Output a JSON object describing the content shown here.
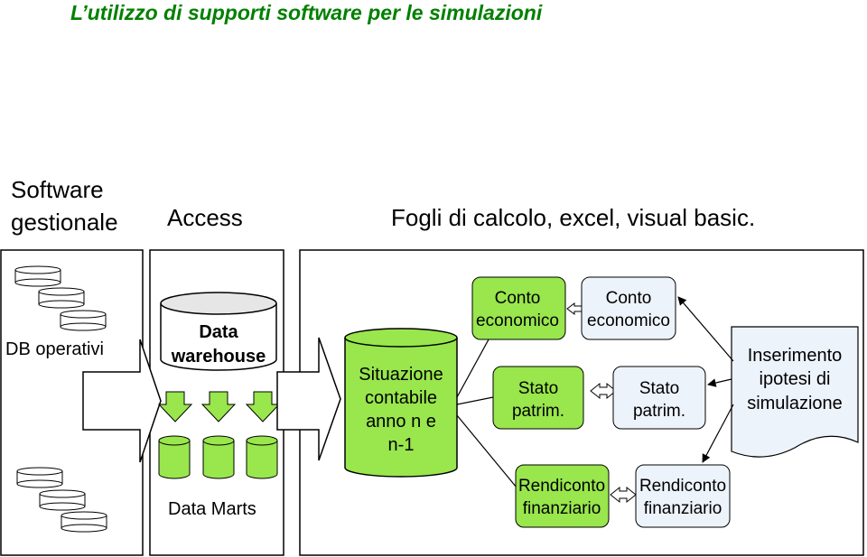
{
  "title": "L’utilizzo di supporti software per le simulazioni",
  "colors": {
    "title": "#008000",
    "green_fill": "#99e64d",
    "light_blue_fill": "#edf3fb",
    "cylinder_top": "#e6e6e6"
  },
  "headers": {
    "software_line1": "Software",
    "software_line2": "gestionale",
    "access": "Access",
    "spreadsheets": "Fogli di calcolo, excel, visual basic."
  },
  "left_panel": {
    "label": "DB operativi"
  },
  "middle_panel": {
    "warehouse_line1": "Data",
    "warehouse_line2": "warehouse",
    "data_marts": "Data Marts"
  },
  "right_panel": {
    "situazione": [
      "Situazione",
      "contabile",
      "anno n e",
      "n-1"
    ],
    "green_conto": [
      "Conto",
      "economico"
    ],
    "green_stato": [
      "Stato",
      "patrim."
    ],
    "green_rendiconto": [
      "Rendiconto",
      "finanziario"
    ],
    "blue_conto": [
      "Conto",
      "economico"
    ],
    "blue_stato": [
      "Stato",
      "patrim."
    ],
    "blue_rendiconto": [
      "Rendiconto",
      "finanziario"
    ],
    "ipotesi": [
      "Inserimento",
      "ipotesi di",
      "simulazione"
    ]
  }
}
